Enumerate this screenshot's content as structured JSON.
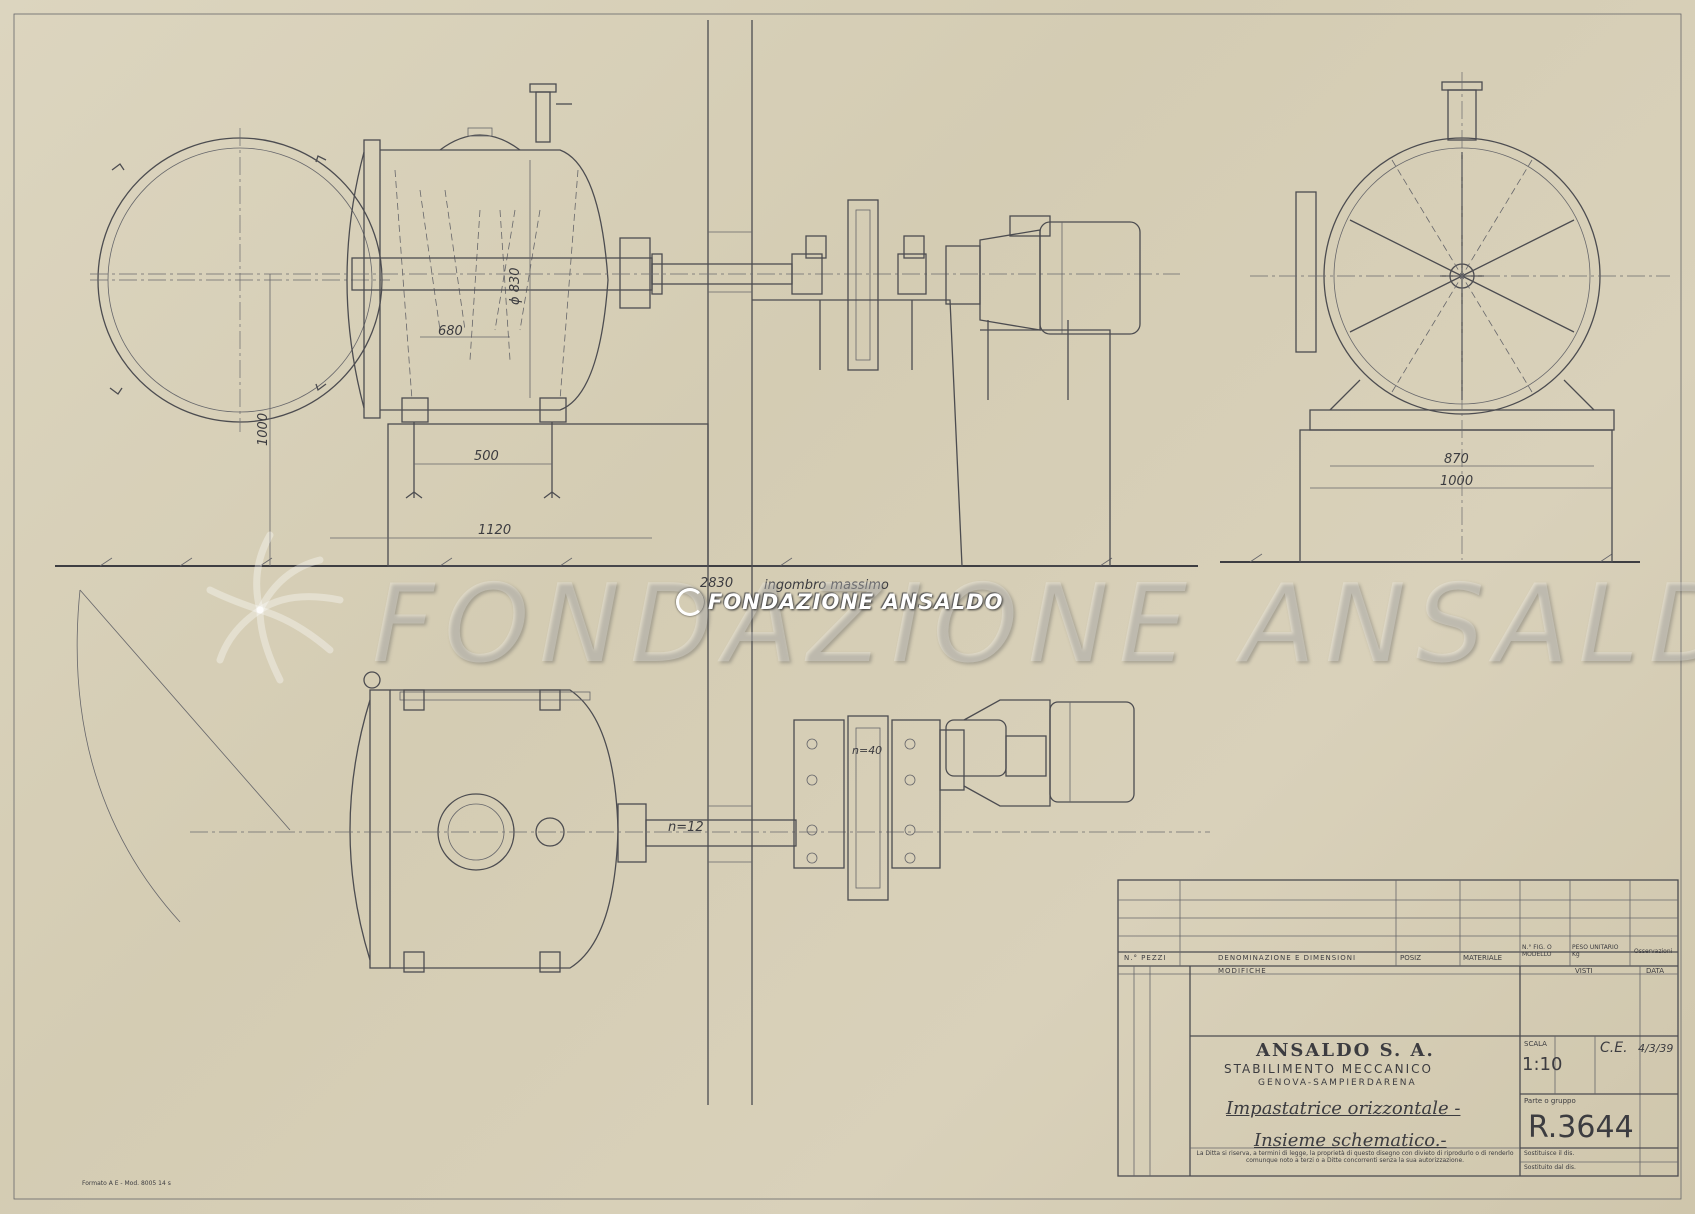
{
  "dimensions": {
    "d_680": "680",
    "d_phi830": "ϕ 830",
    "d_500": "500",
    "d_1120": "1120",
    "d_1000_left": "1000",
    "d_870": "870",
    "d_1000_right": "1000",
    "d_2830": "2830",
    "ingombro": "ingombro massimo",
    "n_40": "n=40",
    "n_12": "n=12"
  },
  "watermark": {
    "large_text": "FONDAZIONE ANSALDO",
    "center_text": "FONDAZIONE ANSALDO"
  },
  "title_block": {
    "header_cols": [
      "N.° PEZZI",
      "DENOMINAZIONE E DIMENSIONI",
      "POSIZ",
      "MATERIALE",
      "N.° FIG. O MODELLO",
      "PESO UNITARIO Kg",
      "Osservazioni"
    ],
    "mod_row": [
      "",
      "",
      "",
      "MODIFICHE",
      "",
      "VISTI",
      "DATA"
    ],
    "company": "ANSALDO S. A.",
    "plant": "STABILIMENTO MECCANICO",
    "city": "GENOVA-SAMPIERDARENA",
    "scale_label": "SCALA",
    "scale": "1:10",
    "title_line1": "Impastatrice orizzontale -",
    "title_line2": "Insieme schematico.-",
    "drawing_no": "R.3644",
    "signature": "C.E.",
    "date": "4/3/39",
    "notice": "La Ditta si riserva, a termini di legge, la proprietà di questo disegno con divieto di riprodurlo o di renderlo comunque noto a terzi o a Ditte concorrenti senza la sua autorizzazione.",
    "sub_labels": [
      "Parte o gruppo",
      "Sostituisce il dis.",
      "Sostituito dal dis."
    ],
    "form_ref": "Formato A E - Mod. 8005 14 s"
  }
}
